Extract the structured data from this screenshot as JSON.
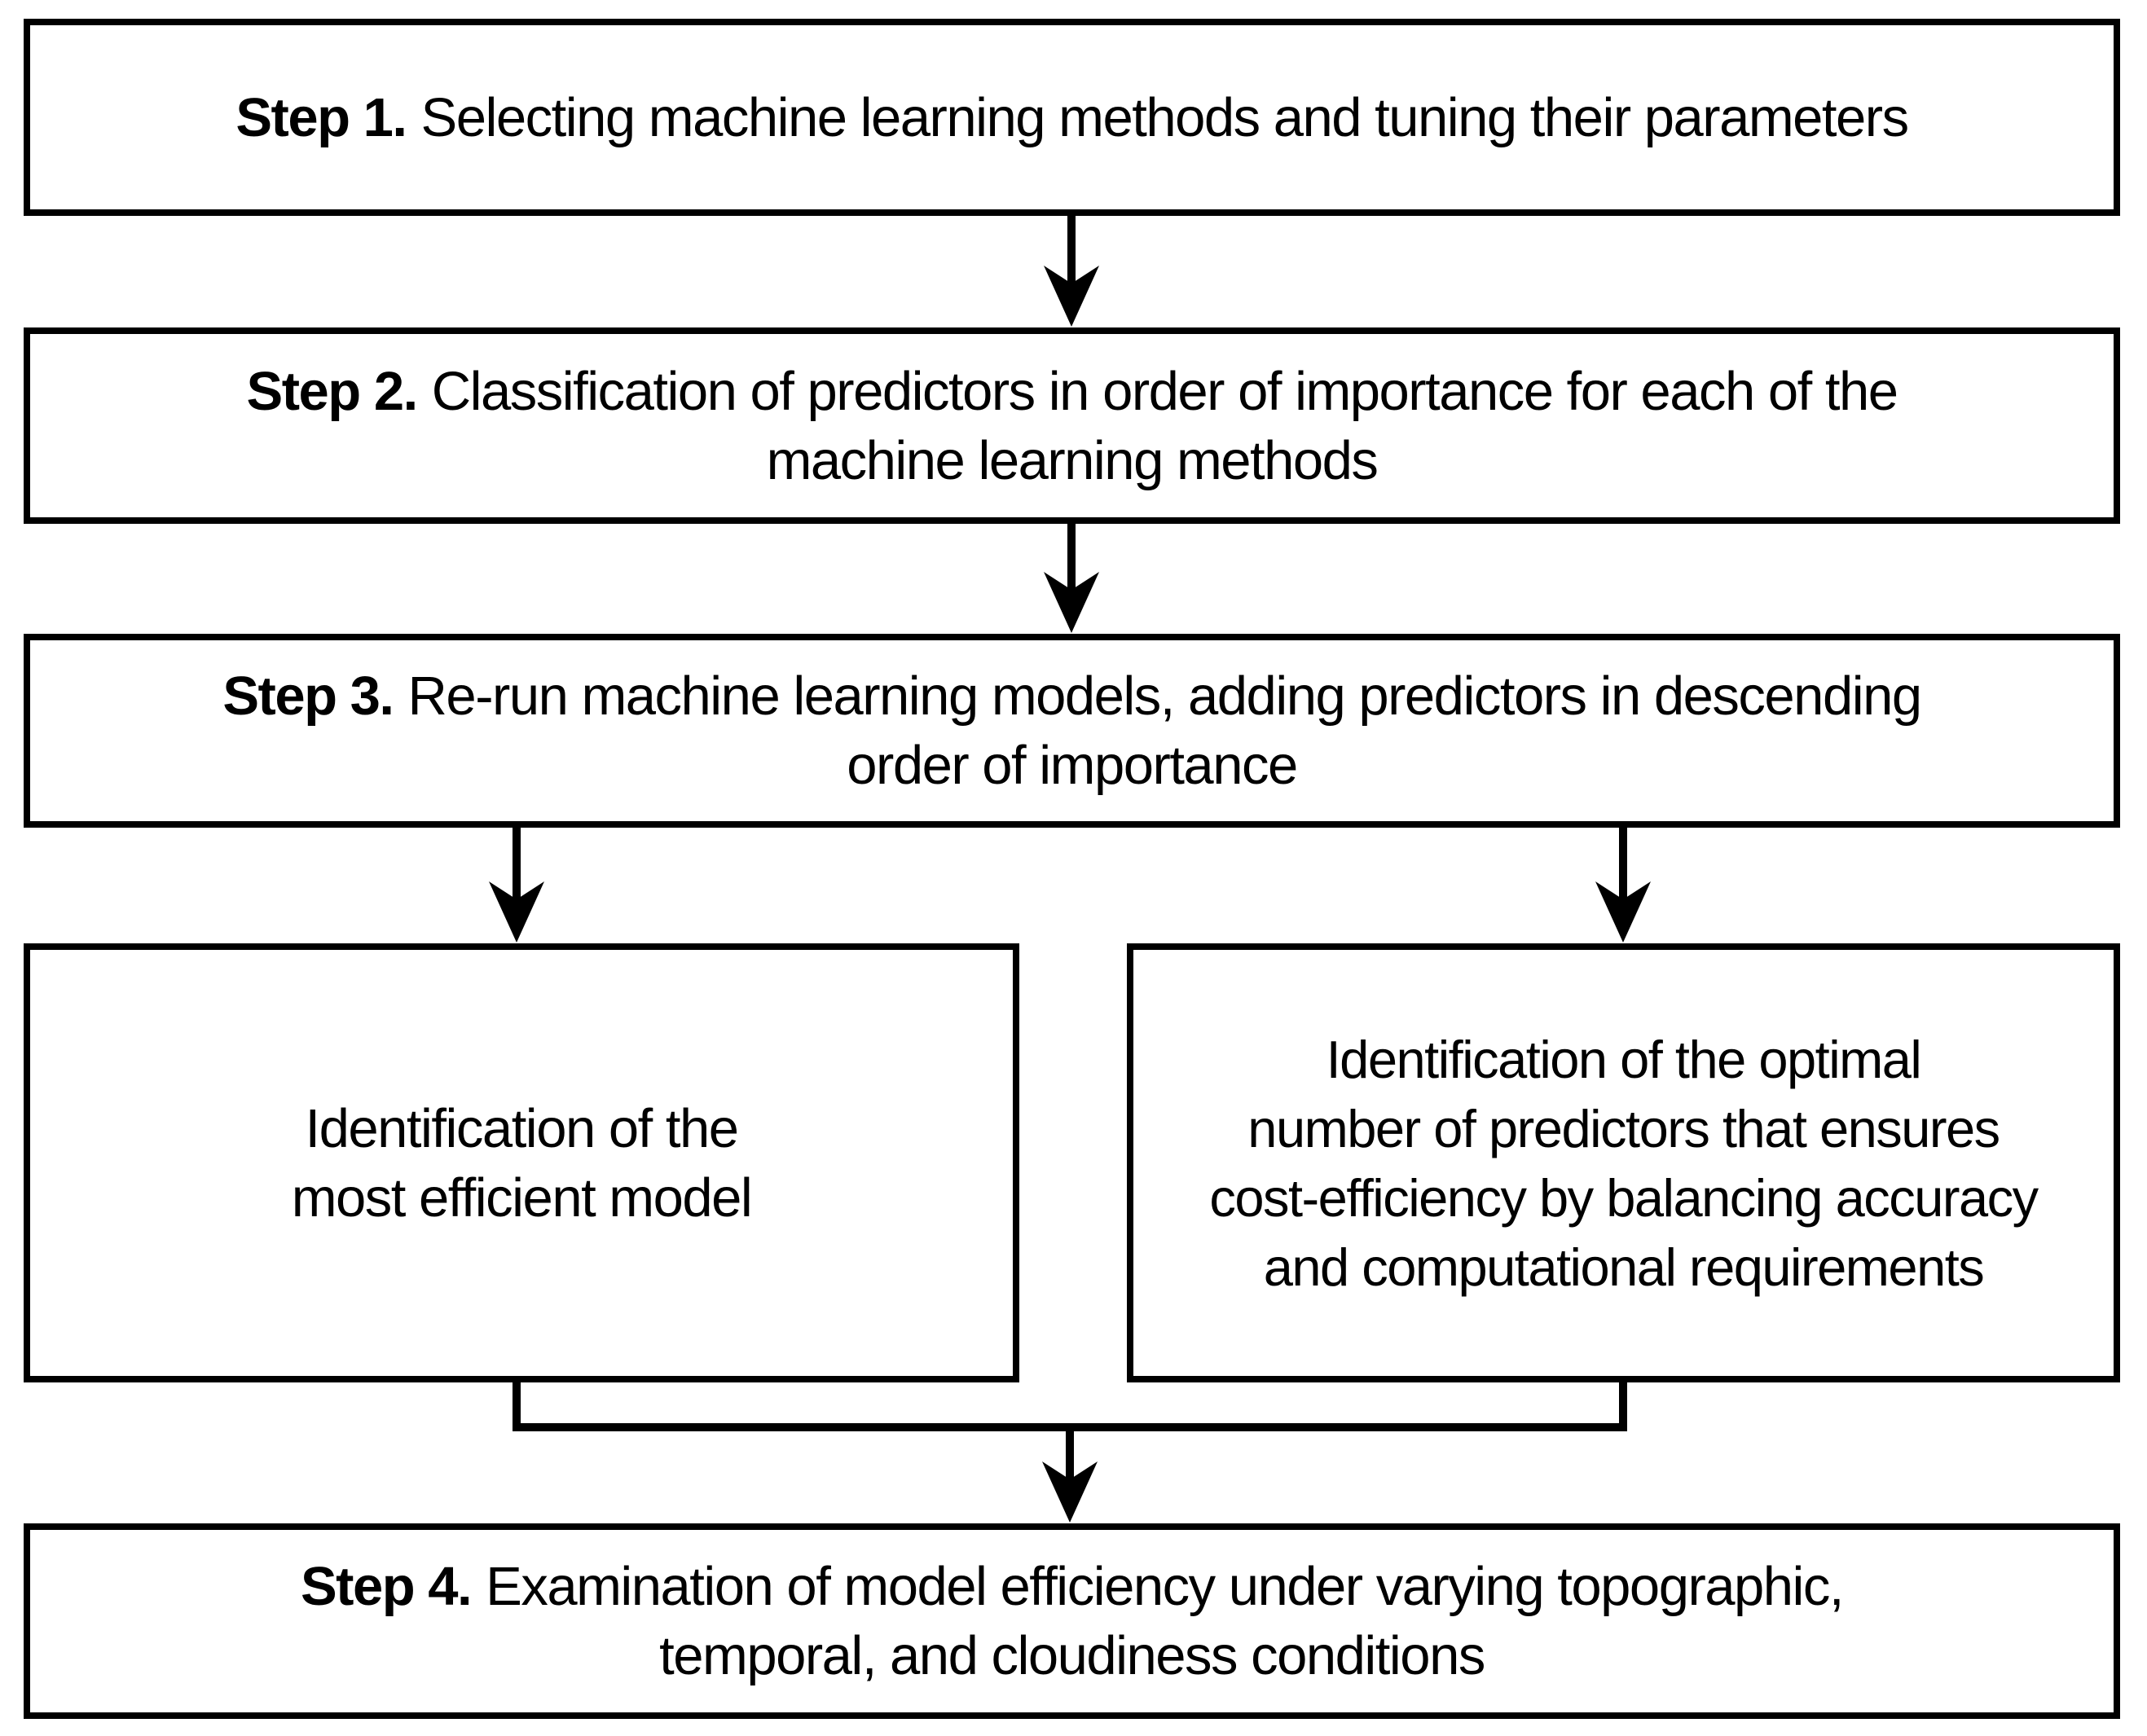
{
  "figure": {
    "type": "flowchart",
    "colors": {
      "background": "#ffffff",
      "box_fill": "#ffffff",
      "box_border": "#000000",
      "connector": "#000000",
      "text": "#000000"
    },
    "boxes": {
      "step1": {
        "prefix": "Step 1.",
        "lines": [
          "Selecting machine learning methods and tuning their parameters"
        ]
      },
      "step2": {
        "prefix": "Step 2.",
        "lines": [
          "Classification of predictors in order of importance for each of the",
          "machine learning methods"
        ]
      },
      "step3": {
        "prefix": "Step 3.",
        "lines": [
          "Re-run machine learning models, adding predictors in descending",
          "order of importance"
        ]
      },
      "step4": {
        "prefix": "Step 4.",
        "lines": [
          "Examination of model efficiency under varying topographic,",
          "temporal, and cloudiness conditions"
        ]
      },
      "outcomeLeft": {
        "lines": [
          "Identification of the",
          "most efficient model"
        ]
      },
      "outcomeRight": {
        "lines": [
          "Identification of the optimal",
          "number of predictors that ensures",
          "cost-efficiency by balancing accuracy",
          "and computational requirements"
        ]
      }
    }
  }
}
